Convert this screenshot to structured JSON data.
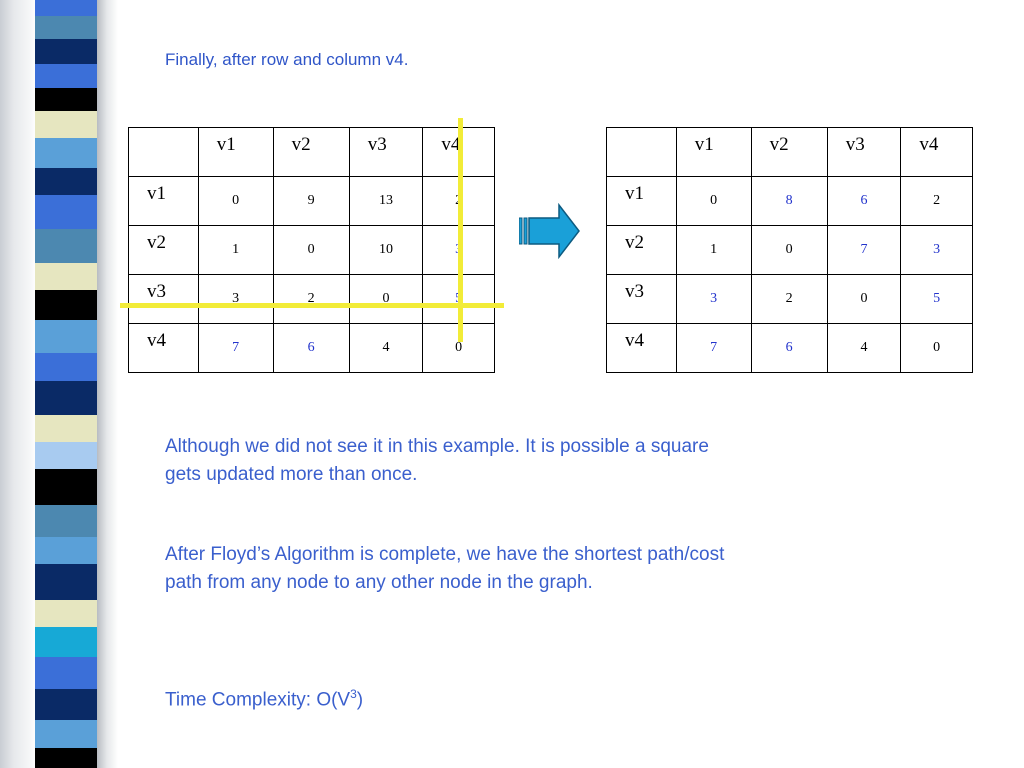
{
  "colors": {
    "text_blue": "#3a5fcd",
    "updated_value_blue": "#2233cc",
    "highlight_yellow": "#f2ec38",
    "arrow_cyan": "#1aa0d8",
    "stripe_palette": [
      "#3b6fd8",
      "#5aa0d8",
      "#0a2a66",
      "#e6e6c0",
      "#000000",
      "#a8cbf0",
      "#17a9d6",
      "#4c88b0"
    ]
  },
  "heading": "Finally, after row and column v4.",
  "matrix_left": {
    "col_headers": [
      "v1",
      "v2",
      "v3",
      "v4"
    ],
    "rows": [
      {
        "label": "v1",
        "cells": [
          {
            "v": "0",
            "blue": false
          },
          {
            "v": "9",
            "blue": false
          },
          {
            "v": "13",
            "blue": false
          },
          {
            "v": "2",
            "blue": false
          }
        ]
      },
      {
        "label": "v2",
        "cells": [
          {
            "v": "1",
            "blue": false
          },
          {
            "v": "0",
            "blue": false
          },
          {
            "v": "10",
            "blue": false
          },
          {
            "v": "3",
            "blue": true
          }
        ]
      },
      {
        "label": "v3",
        "cells": [
          {
            "v": "3",
            "blue": false
          },
          {
            "v": "2",
            "blue": false
          },
          {
            "v": "0",
            "blue": false
          },
          {
            "v": "5",
            "blue": true
          }
        ]
      },
      {
        "label": "v4",
        "cells": [
          {
            "v": "7",
            "blue": true
          },
          {
            "v": "6",
            "blue": true
          },
          {
            "v": "4",
            "blue": false
          },
          {
            "v": "0",
            "blue": false
          }
        ]
      }
    ]
  },
  "matrix_right": {
    "col_headers": [
      "v1",
      "v2",
      "v3",
      "v4"
    ],
    "rows": [
      {
        "label": "v1",
        "cells": [
          {
            "v": "0",
            "blue": false
          },
          {
            "v": "8",
            "blue": true
          },
          {
            "v": "6",
            "blue": true
          },
          {
            "v": "2",
            "blue": false
          }
        ]
      },
      {
        "label": "v2",
        "cells": [
          {
            "v": "1",
            "blue": false
          },
          {
            "v": "0",
            "blue": false
          },
          {
            "v": "7",
            "blue": true
          },
          {
            "v": "3",
            "blue": true
          }
        ]
      },
      {
        "label": "v3",
        "cells": [
          {
            "v": "3",
            "blue": true
          },
          {
            "v": "2",
            "blue": false
          },
          {
            "v": "0",
            "blue": false
          },
          {
            "v": "5",
            "blue": true
          }
        ]
      },
      {
        "label": "v4",
        "cells": [
          {
            "v": "7",
            "blue": true
          },
          {
            "v": "6",
            "blue": true
          },
          {
            "v": "4",
            "blue": false
          },
          {
            "v": "0",
            "blue": false
          }
        ]
      }
    ]
  },
  "paragraphs": {
    "p1": "Although we did not see it in this example.  It is possible a square gets updated more than once.",
    "p2": "After Floyd’s Algorithm is complete, we have the shortest path/cost path from any node to any other node in the graph.",
    "p3_prefix": "Time Complexity:  O(V",
    "p3_sup": "3",
    "p3_suffix": ")"
  }
}
